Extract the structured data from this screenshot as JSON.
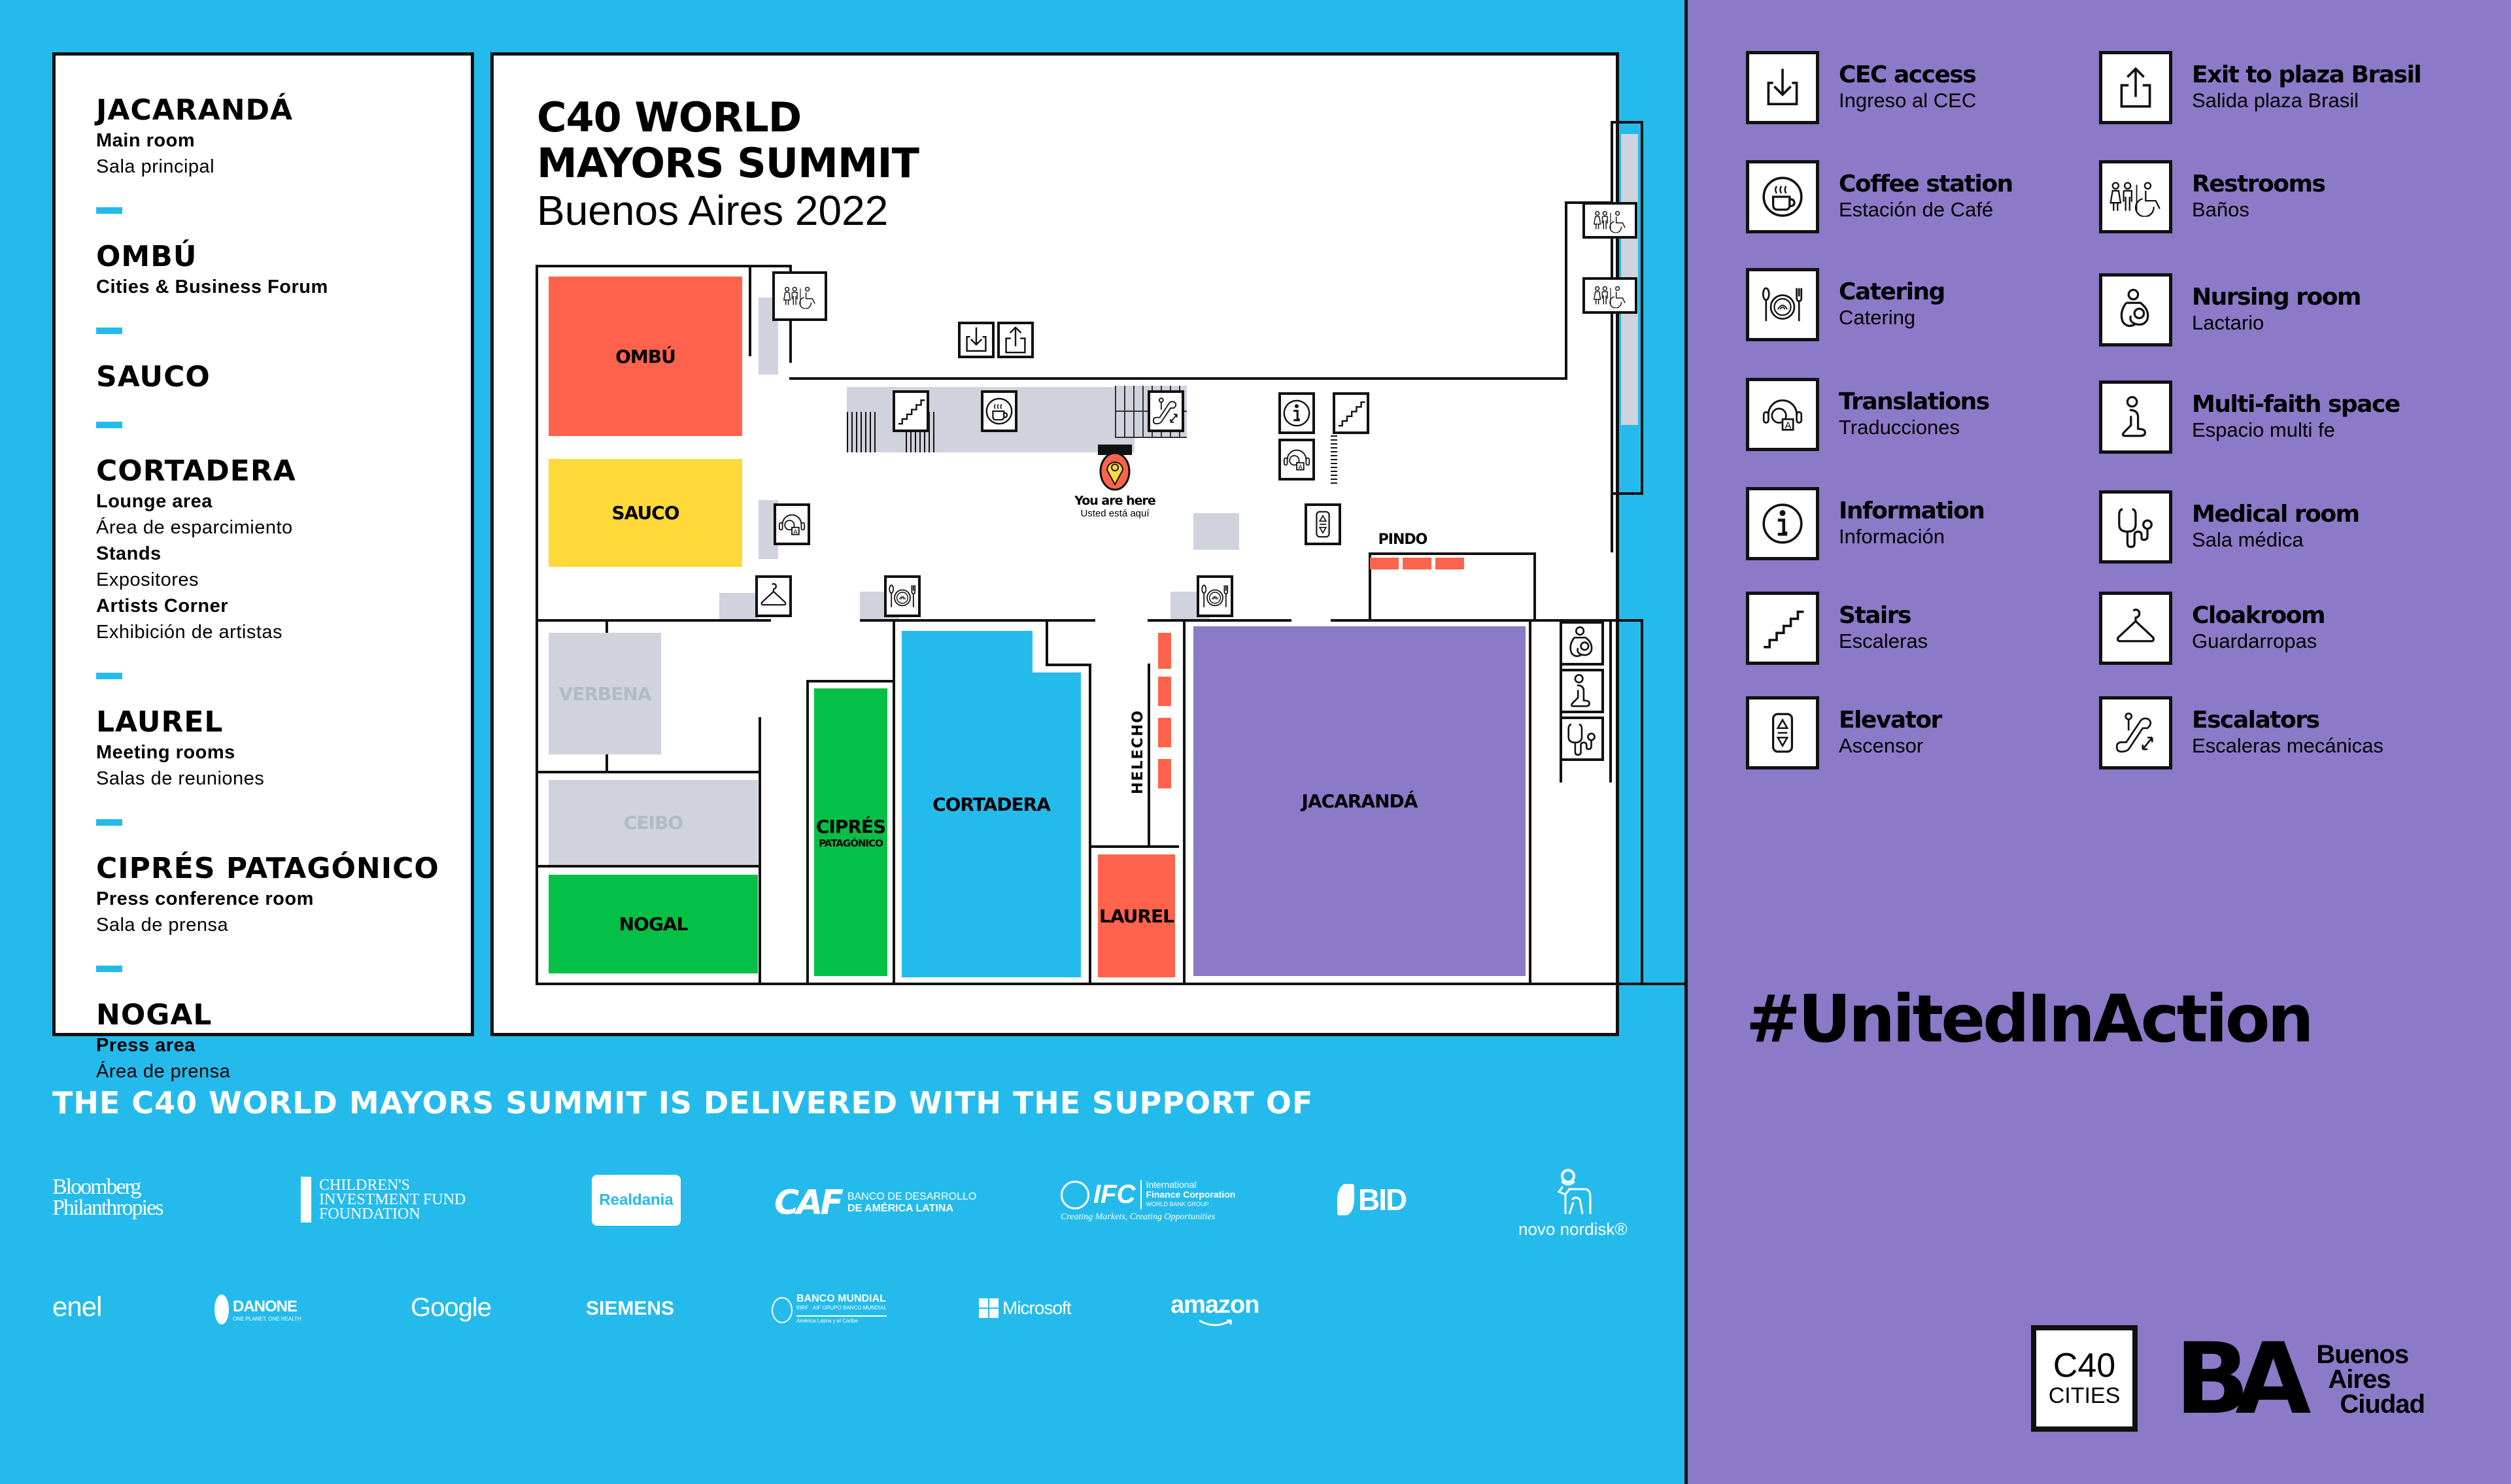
{
  "legend": {
    "rooms": [
      {
        "name": "JACARANDÁ",
        "lines": [
          {
            "en": "Main room"
          },
          {
            "es": "Sala principal"
          }
        ]
      },
      {
        "name": "OMBÚ",
        "lines": [
          {
            "en": "Cities & Business Forum"
          }
        ]
      },
      {
        "name": "SAUCO",
        "lines": []
      },
      {
        "name": "CORTADERA",
        "lines": [
          {
            "en": "Lounge area"
          },
          {
            "es": "Área de esparcimiento"
          },
          {
            "en": "Stands"
          },
          {
            "es": "Expositores"
          },
          {
            "en": "Artists Corner"
          },
          {
            "es": "Exhibición de artistas"
          }
        ]
      },
      {
        "name": "LAUREL",
        "lines": [
          {
            "en": "Meeting rooms"
          },
          {
            "es": "Salas de reuniones"
          }
        ]
      },
      {
        "name": "CIPRÉS PATAGÓNICO",
        "lines": [
          {
            "en": "Press conference room"
          },
          {
            "es": "Sala de prensa"
          }
        ]
      },
      {
        "name": "NOGAL",
        "lines": [
          {
            "en": "Press area"
          },
          {
            "es": "Área de prensa"
          }
        ]
      }
    ]
  },
  "map": {
    "title_line1": "C40 WORLD",
    "title_line2": "MAYORS SUMMIT",
    "subtitle": "Buenos Aires 2022",
    "you_are_here_en": "You are here",
    "you_are_here_es": "Usted está aquí",
    "rooms": {
      "ombu": "OMBÚ",
      "sauco": "SAUCO",
      "verbena": "VERBENA",
      "ceibo": "CEIBO",
      "nogal": "NOGAL",
      "cipres": "CIPRÉS",
      "cipres_sub": "PATAGÓNICO",
      "cortadera": "CORTADERA",
      "helecho": "HELECHO",
      "laurel": "LAUREL",
      "jacaranda": "JACARANDÁ",
      "pindo": "PINDO"
    },
    "colors": {
      "ombu": "#ff634b",
      "sauco": "#ffd93a",
      "nogal": "#05c046",
      "cipres": "#05c046",
      "cortadera": "#24bbec",
      "laurel": "#ff634b",
      "jacaranda": "#8c79c7",
      "inactive": "#d0d3dd"
    }
  },
  "sponsors": {
    "heading": "THE C40 WORLD MAYORS SUMMIT IS DELIVERED WITH THE SUPPORT OF",
    "row1": [
      {
        "name": "Bloomberg Philanthropies",
        "l1": "Bloomberg",
        "l2": "Philanthropies"
      },
      {
        "name": "Children's Investment Fund Foundation",
        "l1": "CHILDREN'S",
        "l2": "INVESTMENT FUND",
        "l3": "FOUNDATION",
        "mark": "CIFF"
      },
      {
        "name": "Realdania",
        "l1": "Realdania"
      },
      {
        "name": "CAF",
        "mark": "CAF",
        "l1": "BANCO DE DESARROLLO",
        "l2": "DE AMÉRICA LATINA"
      },
      {
        "name": "IFC",
        "mark": "IFC",
        "l1": "International",
        "l2": "Finance Corporation",
        "l3": "WORLD BANK GROUP",
        "tag": "Creating Markets, Creating Opportunities"
      },
      {
        "name": "BID",
        "l1": "BID"
      },
      {
        "name": "novo nordisk",
        "l1": "novo nordisk®"
      }
    ],
    "row2": [
      {
        "name": "enel",
        "l1": "enel"
      },
      {
        "name": "Danone",
        "l1": "DANONE",
        "l2": "ONE PLANET. ONE HEALTH"
      },
      {
        "name": "Google",
        "l1": "Google"
      },
      {
        "name": "Siemens",
        "l1": "SIEMENS"
      },
      {
        "name": "Banco Mundial",
        "l1": "BANCO MUNDIAL",
        "l2": "BIRF · AIF  GRUPO BANCO MUNDIAL",
        "l3": "América Latina y el Caribe"
      },
      {
        "name": "Microsoft",
        "l1": "Microsoft"
      },
      {
        "name": "amazon",
        "l1": "amazon"
      }
    ]
  },
  "facilities": [
    {
      "icon": "cec-access-icon",
      "en": "CEC access",
      "es": "Ingreso al CEC"
    },
    {
      "icon": "exit-icon",
      "en": "Exit to plaza Brasil",
      "es": "Salida plaza Brasil"
    },
    {
      "icon": "coffee-icon",
      "en": "Coffee station",
      "es": "Estación de Café"
    },
    {
      "icon": "restroom-icon",
      "en": "Restrooms",
      "es": "Baños"
    },
    {
      "icon": "catering-icon",
      "en": "Catering",
      "es": "Catering"
    },
    {
      "icon": "nursing-icon",
      "en": "Nursing room",
      "es": "Lactario"
    },
    {
      "icon": "translation-icon",
      "en": "Translations",
      "es": "Traducciones"
    },
    {
      "icon": "multi-faith-icon",
      "en": "Multi-faith space",
      "es": "Espacio multi fe"
    },
    {
      "icon": "info-icon",
      "en": "Information",
      "es": "Información"
    },
    {
      "icon": "medical-icon",
      "en": "Medical room",
      "es": "Sala médica"
    },
    {
      "icon": "stairs-icon",
      "en": "Stairs",
      "es": "Escaleras"
    },
    {
      "icon": "cloakroom-icon",
      "en": "Cloakroom",
      "es": "Guardarropas"
    },
    {
      "icon": "elevator-icon",
      "en": "Elevator",
      "es": "Ascensor"
    },
    {
      "icon": "escalator-icon",
      "en": "Escalators",
      "es": "Escaleras mecánicas"
    }
  ],
  "hashtag": "#UnitedInAction",
  "logos": {
    "c40_l1": "C40",
    "c40_l2": "CITIES",
    "ba_mark": "BA",
    "ba_l1": "Buenos",
    "ba_l2": "Aires",
    "ba_l3": "Ciudad"
  }
}
